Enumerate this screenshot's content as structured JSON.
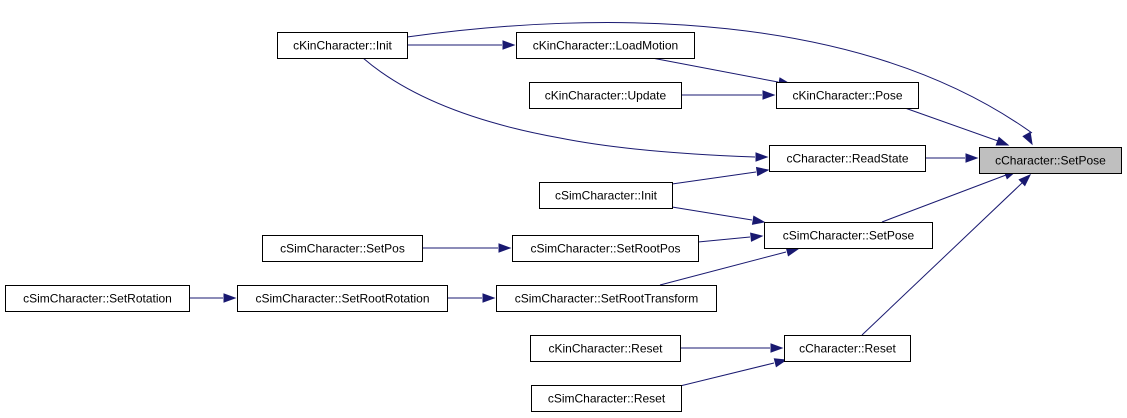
{
  "diagram": {
    "colors": {
      "edge": "#191970",
      "node_border": "#000000",
      "node_fill": "#ffffff",
      "focus_fill": "#bfbfbf",
      "background": "#ffffff"
    },
    "focus_node": "set_pose_char",
    "nodes": [
      {
        "id": "set_pose_char",
        "label": "cCharacter::SetPose",
        "focus": true
      },
      {
        "id": "kin_init",
        "label": "cKinCharacter::Init"
      },
      {
        "id": "kin_load",
        "label": "cKinCharacter::LoadMotion"
      },
      {
        "id": "kin_update",
        "label": "cKinCharacter::Update"
      },
      {
        "id": "kin_pose",
        "label": "cKinCharacter::Pose"
      },
      {
        "id": "char_read",
        "label": "cCharacter::ReadState"
      },
      {
        "id": "sim_init",
        "label": "cSimCharacter::Init"
      },
      {
        "id": "sim_setpose",
        "label": "cSimCharacter::SetPose"
      },
      {
        "id": "sim_setpos",
        "label": "cSimCharacter::SetPos"
      },
      {
        "id": "sim_rootpos",
        "label": "cSimCharacter::SetRootPos"
      },
      {
        "id": "sim_setrot",
        "label": "cSimCharacter::SetRotation"
      },
      {
        "id": "sim_rootrot",
        "label": "cSimCharacter::SetRootRotation"
      },
      {
        "id": "sim_roottf",
        "label": "cSimCharacter::SetRootTransform"
      },
      {
        "id": "char_reset",
        "label": "cCharacter::Reset"
      },
      {
        "id": "kin_reset",
        "label": "cKinCharacter::Reset"
      },
      {
        "id": "sim_reset",
        "label": "cSimCharacter::Reset"
      }
    ],
    "edges": [
      {
        "from": "kin_init",
        "to": "set_pose_char"
      },
      {
        "from": "kin_init",
        "to": "kin_load"
      },
      {
        "from": "kin_load",
        "to": "kin_pose"
      },
      {
        "from": "kin_update",
        "to": "kin_pose"
      },
      {
        "from": "kin_pose",
        "to": "set_pose_char"
      },
      {
        "from": "kin_init",
        "to": "char_read"
      },
      {
        "from": "char_read",
        "to": "set_pose_char"
      },
      {
        "from": "sim_init",
        "to": "char_read"
      },
      {
        "from": "sim_init",
        "to": "sim_setpose"
      },
      {
        "from": "sim_setpose",
        "to": "set_pose_char"
      },
      {
        "from": "sim_setpos",
        "to": "sim_rootpos"
      },
      {
        "from": "sim_rootpos",
        "to": "sim_setpose"
      },
      {
        "from": "sim_setrot",
        "to": "sim_rootrot"
      },
      {
        "from": "sim_rootrot",
        "to": "sim_roottf"
      },
      {
        "from": "sim_roottf",
        "to": "sim_setpose"
      },
      {
        "from": "char_reset",
        "to": "set_pose_char"
      },
      {
        "from": "kin_reset",
        "to": "char_reset"
      },
      {
        "from": "sim_reset",
        "to": "char_reset"
      }
    ]
  }
}
